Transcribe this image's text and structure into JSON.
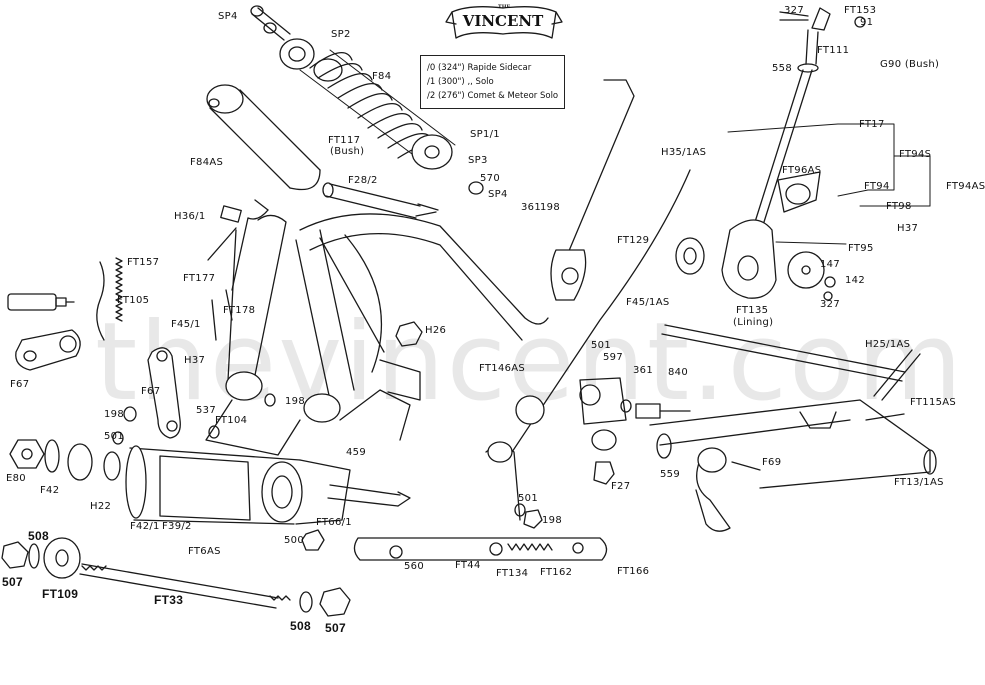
{
  "watermark": "thevincent.com",
  "banner": {
    "small": "THE",
    "title": "VINCENT"
  },
  "spring_table": {
    "note": "F84",
    "rows": [
      "/0 (324\")  Rapide Sidecar",
      "/1 (300\")     ,,     Solo",
      "/2 (276\") Comet & Meteor Solo"
    ]
  },
  "labels": [
    {
      "id": "sp4-top",
      "text": "SP4"
    },
    {
      "id": "sp2",
      "text": "SP2"
    },
    {
      "id": "f84",
      "text": "F84"
    },
    {
      "id": "f84as",
      "text": "F84AS"
    },
    {
      "id": "ft117",
      "text": "FT117"
    },
    {
      "id": "bush",
      "text": "(Bush)"
    },
    {
      "id": "sp11",
      "text": "SP1/1"
    },
    {
      "id": "sp3",
      "text": "SP3"
    },
    {
      "id": "f282",
      "text": "F28/2"
    },
    {
      "id": "p570",
      "text": "570"
    },
    {
      "id": "sp4-mid",
      "text": "SP4"
    },
    {
      "id": "p361a",
      "text": "361"
    },
    {
      "id": "p198a",
      "text": "198"
    },
    {
      "id": "h361",
      "text": "H36/1"
    },
    {
      "id": "ft157",
      "text": "FT157"
    },
    {
      "id": "ft105",
      "text": "FT105"
    },
    {
      "id": "ft177",
      "text": "FT177"
    },
    {
      "id": "ft178",
      "text": "FT178"
    },
    {
      "id": "f451",
      "text": "F45/1"
    },
    {
      "id": "h37a",
      "text": "H37"
    },
    {
      "id": "f67a",
      "text": "F67"
    },
    {
      "id": "f67b",
      "text": "F67"
    },
    {
      "id": "h26",
      "text": "H26"
    },
    {
      "id": "p198b",
      "text": "198"
    },
    {
      "id": "p198c",
      "text": "198"
    },
    {
      "id": "p537",
      "text": "537"
    },
    {
      "id": "ft104",
      "text": "FT104"
    },
    {
      "id": "p501a",
      "text": "501"
    },
    {
      "id": "e80",
      "text": "E80"
    },
    {
      "id": "f42",
      "text": "F42"
    },
    {
      "id": "h22",
      "text": "H22"
    },
    {
      "id": "f421",
      "text": "F42/1"
    },
    {
      "id": "f392",
      "text": "F39/2"
    },
    {
      "id": "ft6as",
      "text": "FT6AS"
    },
    {
      "id": "p459",
      "text": "459"
    },
    {
      "id": "ft661",
      "text": "FT66/1"
    },
    {
      "id": "p500",
      "text": "500"
    },
    {
      "id": "ft146as",
      "text": "FT146AS"
    },
    {
      "id": "p501b",
      "text": "501"
    },
    {
      "id": "p198d",
      "text": "198"
    },
    {
      "id": "p560",
      "text": "560"
    },
    {
      "id": "ft44",
      "text": "FT44"
    },
    {
      "id": "ft134",
      "text": "FT134"
    },
    {
      "id": "ft162",
      "text": "FT162"
    },
    {
      "id": "ft166",
      "text": "FT166"
    },
    {
      "id": "f27",
      "text": "F27"
    },
    {
      "id": "p501c",
      "text": "501"
    },
    {
      "id": "p597",
      "text": "597"
    },
    {
      "id": "p361b",
      "text": "361"
    },
    {
      "id": "p840",
      "text": "840"
    },
    {
      "id": "h351as",
      "text": "H35/1AS"
    },
    {
      "id": "ft129",
      "text": "FT129"
    },
    {
      "id": "f451as",
      "text": "F45/1AS"
    },
    {
      "id": "ft135",
      "text": "FT135"
    },
    {
      "id": "lining",
      "text": "(Lining)"
    },
    {
      "id": "ft96as",
      "text": "FT96AS"
    },
    {
      "id": "ft94",
      "text": "FT94"
    },
    {
      "id": "ft94s",
      "text": "FT94S"
    },
    {
      "id": "ft94as",
      "text": "FT94AS"
    },
    {
      "id": "ft98",
      "text": "FT98"
    },
    {
      "id": "h37b",
      "text": "H37"
    },
    {
      "id": "ft95",
      "text": "FT95"
    },
    {
      "id": "p147",
      "text": "147"
    },
    {
      "id": "p142",
      "text": "142"
    },
    {
      "id": "p327b",
      "text": "327"
    },
    {
      "id": "ft17",
      "text": "FT17"
    },
    {
      "id": "p558",
      "text": "558"
    },
    {
      "id": "p327a",
      "text": "327"
    },
    {
      "id": "ft153",
      "text": "FT153"
    },
    {
      "id": "p91",
      "text": "91"
    },
    {
      "id": "ft111",
      "text": "FT111"
    },
    {
      "id": "g90",
      "text": "G90 (Bush)"
    },
    {
      "id": "h251as",
      "text": "H25/1AS"
    },
    {
      "id": "ft115as",
      "text": "FT115AS"
    },
    {
      "id": "f69",
      "text": "F69"
    },
    {
      "id": "p559",
      "text": "559"
    },
    {
      "id": "ft131as",
      "text": "FT13/1AS"
    },
    {
      "id": "p508a",
      "text": "508",
      "bold": true
    },
    {
      "id": "p507a",
      "text": "507",
      "bold": true
    },
    {
      "id": "ft109",
      "text": "FT109",
      "bold": true
    },
    {
      "id": "ft33",
      "text": "FT33",
      "bold": true
    },
    {
      "id": "p508b",
      "text": "508",
      "bold": true
    },
    {
      "id": "p507b",
      "text": "507",
      "bold": true
    }
  ]
}
